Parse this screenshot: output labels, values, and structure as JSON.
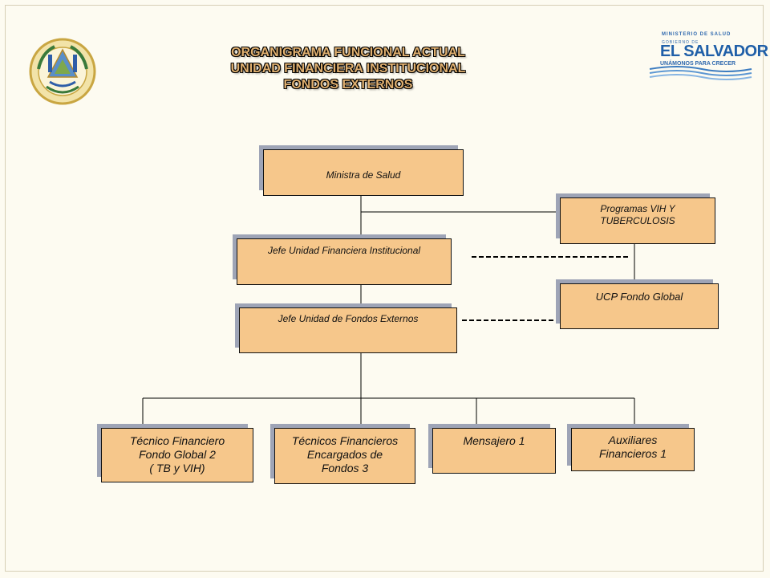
{
  "title": {
    "line1": "ORGANIGRAMA FUNCIONAL ACTUAL",
    "line2": "UNIDAD FINANCIERA INSTITUCIONAL",
    "line3": "FONDOS EXTERNOS"
  },
  "logo": {
    "ministry": "MINISTERIO DE SALUD",
    "government": "GOBIERNO DE",
    "country": "EL SALVADOR",
    "slogan": "UNÁMONOS PARA CRECER"
  },
  "nodes": {
    "ministra": "Ministra de Salud",
    "programas": [
      "Programas VIH Y",
      "TUBERCULOSIS"
    ],
    "jefe_ufi": "Jefe Unidad Financiera Institucional",
    "ucp": "UCP Fondo Global",
    "jefe_ufe": "Jefe  Unidad de Fondos Externos",
    "tecnico_fg": [
      "Técnico Financiero",
      "Fondo Global 2",
      "( TB y VIH)"
    ],
    "tecnicos_ef": [
      "Técnicos Financieros",
      "Encargados de",
      "Fondos  3"
    ],
    "mensajero": "Mensajero 1",
    "auxiliares": [
      "Auxiliares",
      "Financieros 1"
    ]
  }
}
